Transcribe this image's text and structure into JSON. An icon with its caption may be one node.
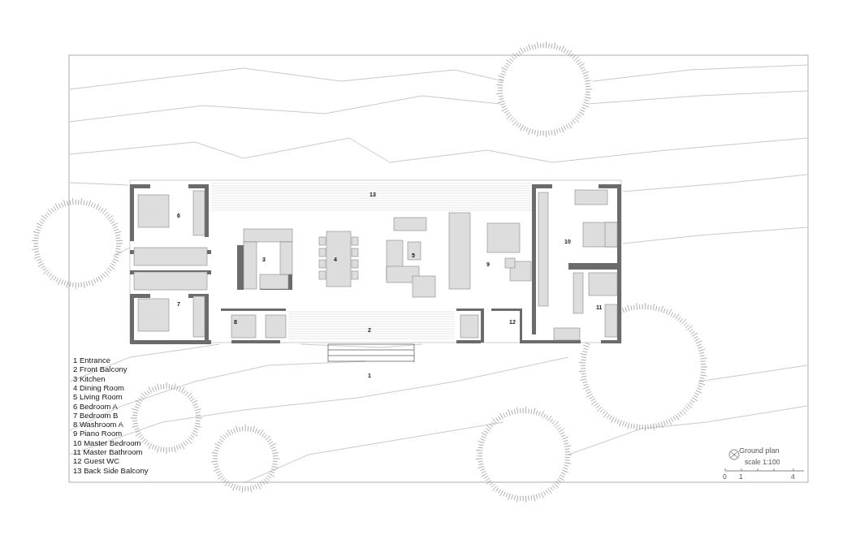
{
  "diagram": {
    "labels": [
      "13",
      "6",
      "10",
      "3",
      "4",
      "5",
      "9",
      "7",
      "11",
      "8",
      "12",
      "2",
      "1",
      "1 Entrance",
      "2 Front Balcony",
      "3 Kitchen",
      "4 Dining Room",
      "5 Living Room",
      "6 Bedroom A",
      "7 Bedroom B",
      "8 Washroom A",
      "9 Piano Room",
      "10 Master Bedroom",
      "11 Master Bathroom",
      "12 Guest WC",
      "13 Back Side Balcony",
      "Ground plan",
      "scale 1:100",
      "0",
      "1",
      "4"
    ]
  }
}
